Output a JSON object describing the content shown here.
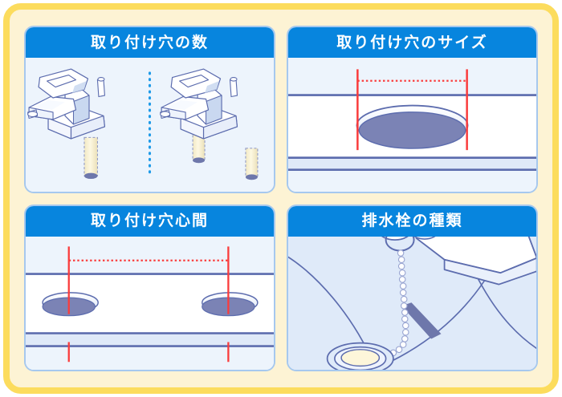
{
  "theme": {
    "frame_border_color": "#fcdc5d",
    "frame_background_color": "#fdf3d4",
    "panel_border_color": "#a6c8ee",
    "panel_header_color": "#0785de",
    "panel_body_color": "#edf4fc",
    "header_text_color": "#ffffff",
    "measure_line_color": "#fa3c3c",
    "hole_fill_color": "#7b83b5",
    "outline_color": "#5c6cae",
    "divider_color": "#1e9ae8",
    "shaft_color": "#fdf5d9"
  },
  "panels": [
    {
      "id": "mounting-hole-count",
      "title": "取り付け穴の数",
      "illustration": "two-faucets-one-hole-and-two-hole",
      "divider": "vertical-dotted-blue"
    },
    {
      "id": "mounting-hole-size",
      "title": "取り付け穴のサイズ",
      "illustration": "countertop-cross-section-single-hole",
      "measure": "hole-diameter-dotted-span"
    },
    {
      "id": "mounting-hole-center-distance",
      "title": "取り付け穴心間",
      "illustration": "countertop-cross-section-two-holes",
      "measure": "center-to-center-dotted-span"
    },
    {
      "id": "drain-plug-type",
      "title": "排水栓の種類",
      "illustration": "sink-basin-with-chain-drain-plug"
    }
  ]
}
